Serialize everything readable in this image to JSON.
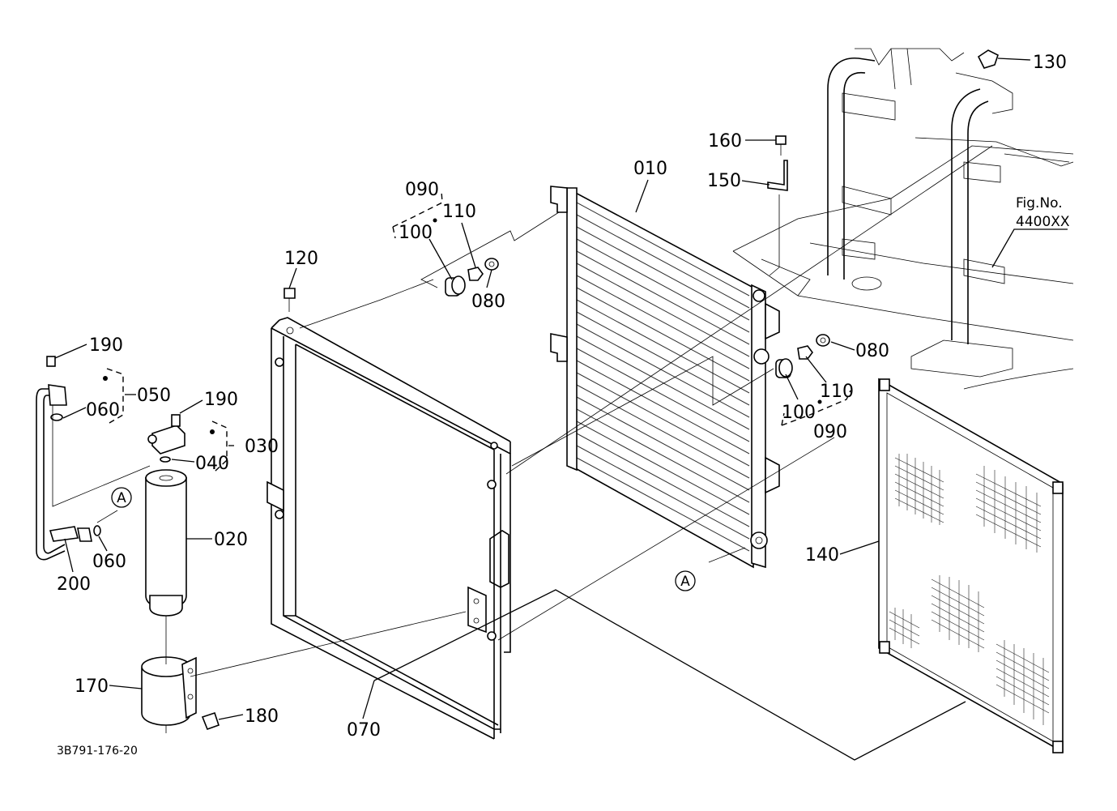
{
  "diagram": {
    "figure_code": "3B791-176-20",
    "fig_ref": {
      "line1": "Fig.No.",
      "line2": "4400XX"
    },
    "view_marker": "A",
    "labels": {
      "p010": "010",
      "p020": "020",
      "p030": "030",
      "p040": "040",
      "p050": "050",
      "p060a": "060",
      "p060b": "060",
      "p070": "070",
      "p080a": "080",
      "p080b": "080",
      "p090a": "090",
      "p090b": "090",
      "p100a": "100",
      "p100b": "100",
      "p110a": "110",
      "p110b": "110",
      "p120": "120",
      "p130": "130",
      "p140": "140",
      "p150": "150",
      "p160": "160",
      "p170": "170",
      "p180": "180",
      "p190a": "190",
      "p190b": "190",
      "p200": "200"
    }
  }
}
